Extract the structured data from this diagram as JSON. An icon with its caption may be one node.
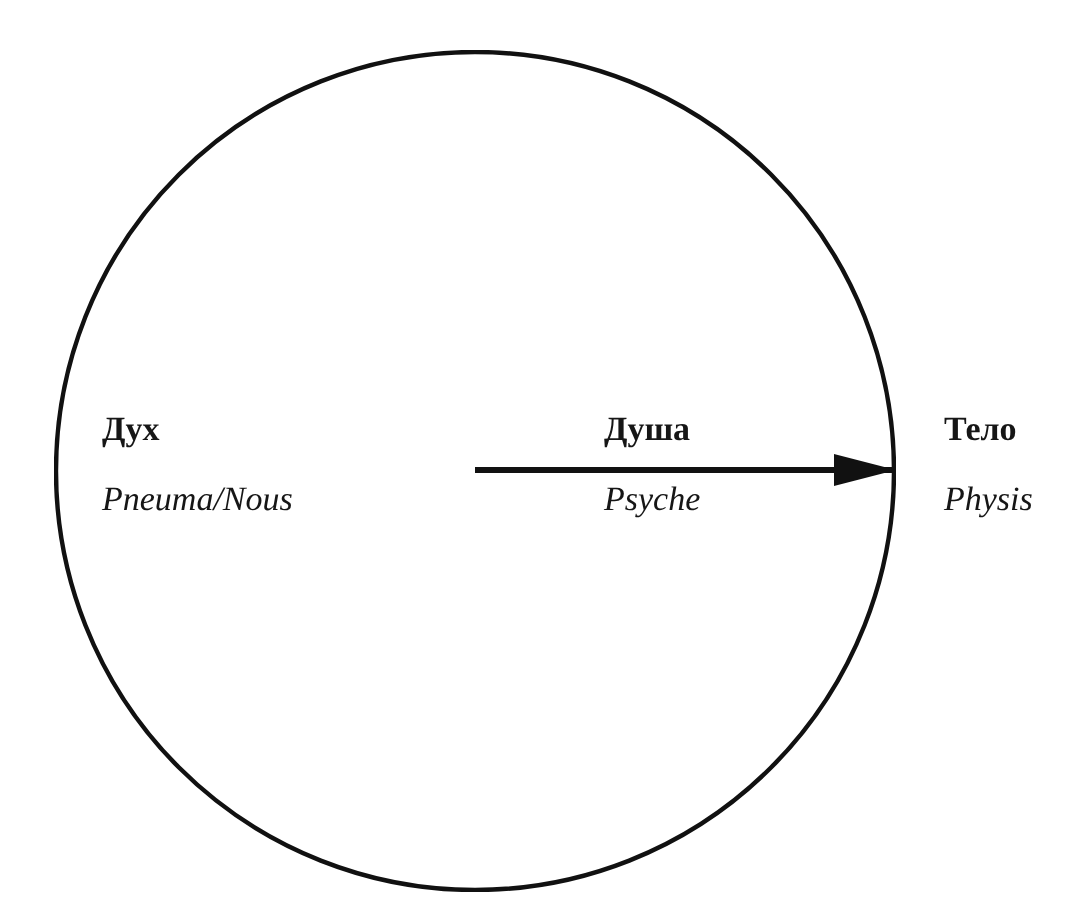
{
  "diagram": {
    "nodes": [
      {
        "text": [],
        "shape": "circle"
      },
      {
        "text": [
          "Дух",
          "Pneuma/Nous"
        ],
        "in": 0
      },
      {
        "text": [
          "Душа",
          "Psyche"
        ],
        "in": 0
      },
      {
        "text": [
          "Тело",
          "Physis"
        ]
      }
    ],
    "edges": [
      {
        "from": null,
        "to": 3,
        "arrow": "to"
      }
    ]
  }
}
